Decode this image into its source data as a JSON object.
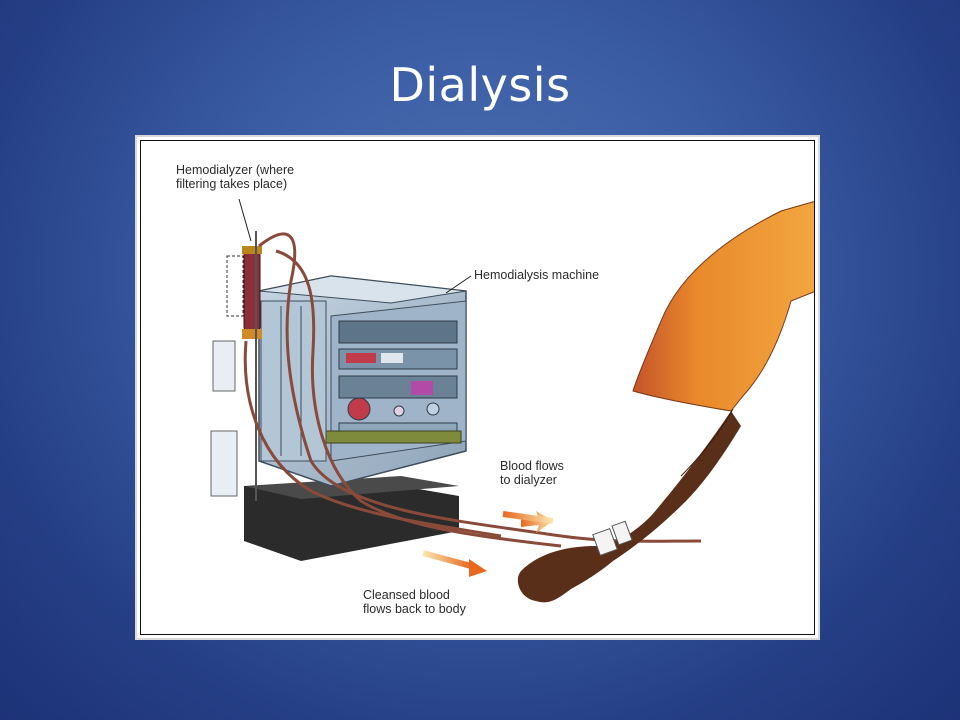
{
  "slide": {
    "title": "Dialysis"
  },
  "figure": {
    "labels": {
      "hemodialyzer": [
        "Hemodialyzer (where",
        "filtering takes place)"
      ],
      "machine": [
        "Hemodialysis machine"
      ],
      "to_dialyzer": [
        "Blood flows",
        "to dialyzer"
      ],
      "back_to_body": [
        "Cleansed blood",
        "flows back to body"
      ]
    }
  },
  "colors": {
    "background": "#3a5ca3",
    "machine_body": "#a9bed0",
    "tubing": "#8a4a3a",
    "gown": "#e9892c",
    "skin": "#5a2f1a",
    "arrow": "#e8681f"
  }
}
